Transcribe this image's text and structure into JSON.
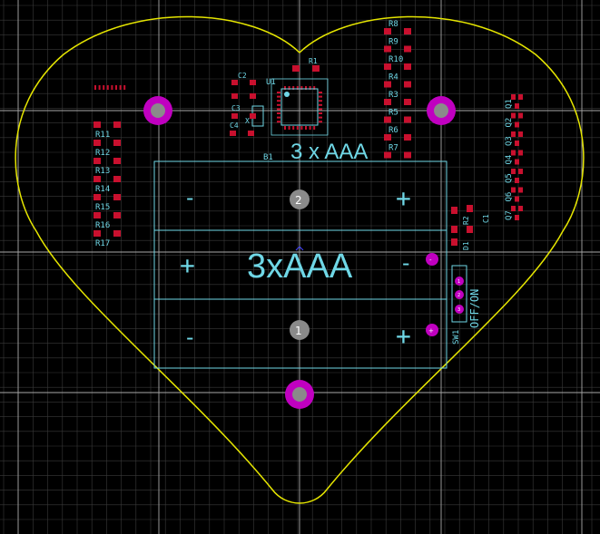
{
  "colors": {
    "background": "#000000",
    "grid_minor": "#3a3a3a",
    "grid_major": "#a7a7a7",
    "outline": "#e5e500",
    "silkscreen": "#6fd7e6",
    "pad": "#c8102e",
    "via": "#c000c0",
    "hole": "#8a8a8a"
  },
  "battery": {
    "designator": "B1",
    "top_label": "3 x AAA",
    "center_label": "3xAAA",
    "cell_numbers": [
      "2",
      "1"
    ],
    "plus": "+",
    "minus": "-"
  },
  "switch": {
    "designator": "SW1",
    "off_on": "OFF/ON",
    "pins": [
      "1",
      "2",
      "3"
    ]
  },
  "ic": {
    "designator": "U1"
  },
  "crystal": {
    "designator": "X"
  },
  "capacitors": {
    "c1": "C1",
    "c2": "C2",
    "c3": "C3",
    "c4": "C4"
  },
  "resistors_left": [
    "R11",
    "R12",
    "R13",
    "R14",
    "R15",
    "R16",
    "R17"
  ],
  "resistors_right": [
    "R8",
    "R9",
    "R10",
    "R4",
    "R3",
    "R5",
    "R6",
    "R7"
  ],
  "resistor_top": "R1",
  "resistor_r2": "R2",
  "diode": "D1",
  "transistors": [
    "Q1",
    "Q2",
    "Q3",
    "Q4",
    "Q5",
    "Q6",
    "Q7"
  ],
  "battery_pads": {
    "plus": "+",
    "minus": "-"
  }
}
